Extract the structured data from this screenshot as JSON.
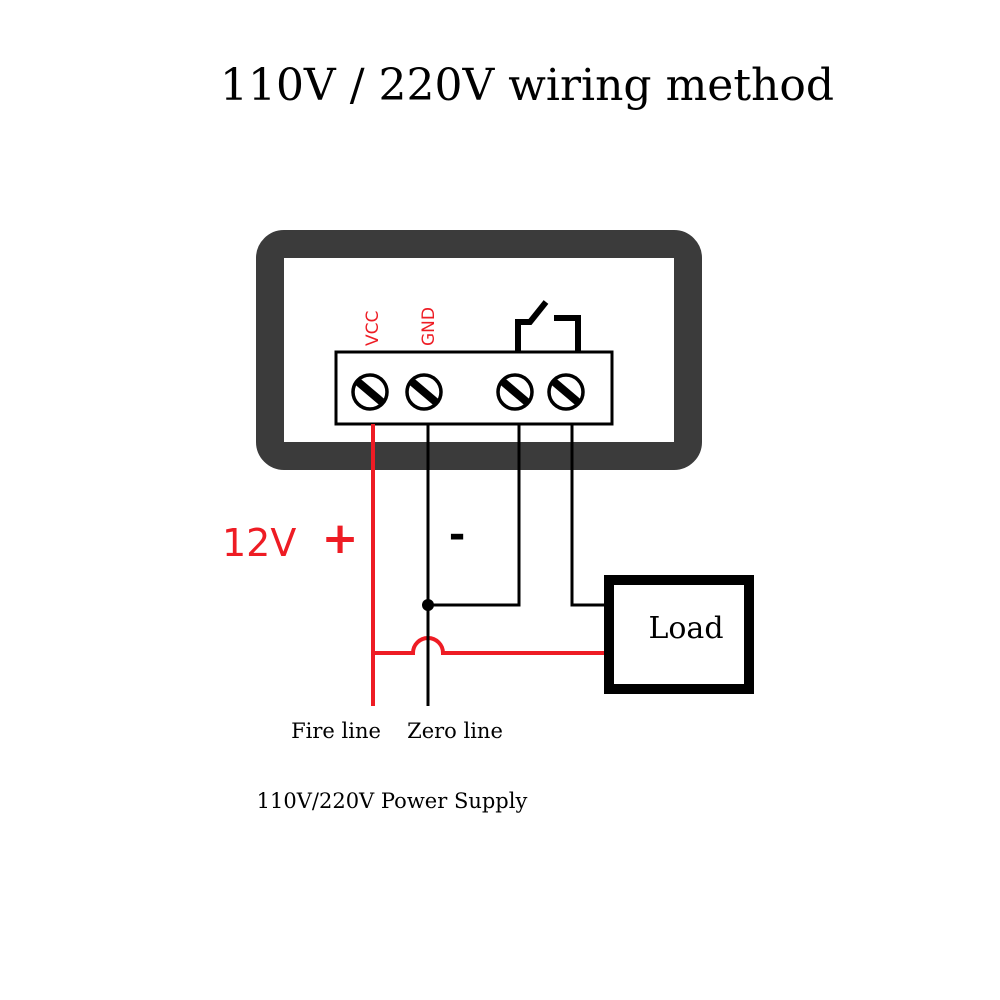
{
  "title": "110V / 220V wiring method",
  "terminals": {
    "vcc": "VCC",
    "gnd": "GND"
  },
  "voltage": {
    "label": "12V",
    "plus": "+",
    "minus": "-"
  },
  "load_label": "Load",
  "lines": {
    "fire": "Fire line",
    "zero": "Zero line"
  },
  "supply": "110V/220V Power Supply",
  "colors": {
    "red": "#ee1c24",
    "black": "#000000",
    "frame": "#3b3b3b"
  }
}
